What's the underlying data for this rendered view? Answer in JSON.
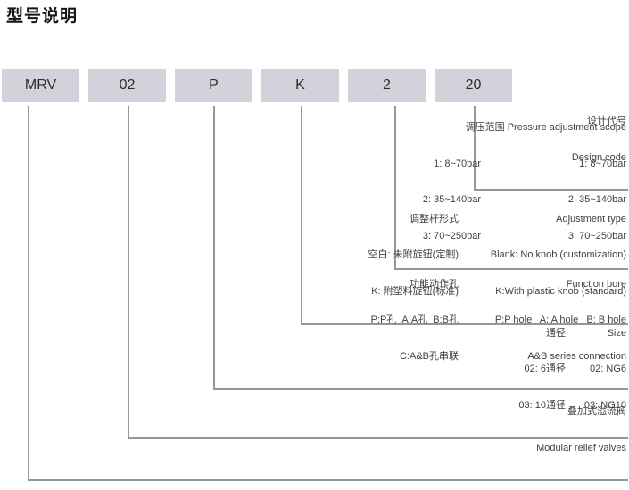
{
  "title": "型号说明",
  "colors": {
    "box_fill": "#d2d2da",
    "line": "#96969c",
    "text": "#3f3f45",
    "title_text": "#141416",
    "box_text": "#2c2c31"
  },
  "code_boxes": [
    "MRV",
    "02",
    "P",
    "K",
    "2",
    "20"
  ],
  "sections": {
    "design_code": {
      "zh": "设计代号",
      "en": "Design code"
    },
    "pressure": {
      "header": "调压范围 Pressure adjustment scope",
      "rows": [
        {
          "zh": "1: 8~70bar",
          "en": "1: 8~70bar"
        },
        {
          "zh": "2: 35~140bar",
          "en": "2: 35~140bar"
        },
        {
          "zh": "3: 70~250bar",
          "en": "3: 70~250bar"
        }
      ]
    },
    "adjustment": {
      "header_zh": "调整杆形式",
      "header_en": "Adjustment type",
      "rows": [
        {
          "zh": "空白: 未附旋钮(定制)",
          "en": "Blank: No knob (customization)"
        },
        {
          "zh": "K: 附塑料旋钮(标准)",
          "en": "K:With plastic knob (standard)"
        }
      ]
    },
    "function_bore": {
      "header_zh": "功能动作孔",
      "header_en": "Function bore",
      "rows": [
        {
          "zh": "P:P孔  A:A孔  B:B孔",
          "en": "P:P hole   A: A hole   B: B hole"
        },
        {
          "zh": "C:A&B孔串联",
          "en": "A&B series connection"
        }
      ]
    },
    "size": {
      "header_zh": "通径",
      "header_en": "Size",
      "rows": [
        {
          "zh": "02: 6通径",
          "en": "02: NG6"
        },
        {
          "zh": "03: 10通径",
          "en": "03: NG10"
        }
      ]
    },
    "product": {
      "zh": "叠加式溢流阀",
      "en": "Modular relief valves"
    }
  }
}
